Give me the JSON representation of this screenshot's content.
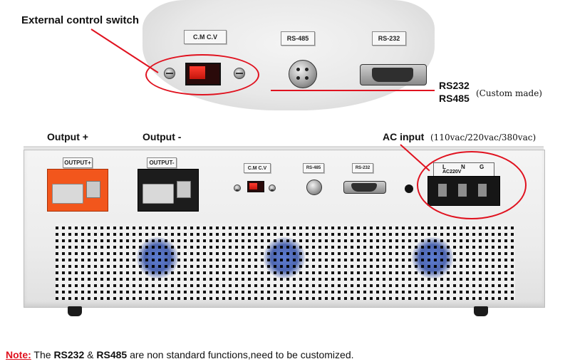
{
  "callouts": {
    "external_switch": "External control switch",
    "rs232": "RS232",
    "rs485": "RS485",
    "custom_made": "(Custom made)",
    "output_plus": "Output +",
    "output_minus": "Output -",
    "ac_input": "AC input",
    "ac_voltages": "(110vac/220vac/380vac)"
  },
  "panel_labels": {
    "cmcv": "C.M  C.V",
    "rs485": "RS-485",
    "rs232": "RS-232",
    "output_plus": "OUTPUT+",
    "output_minus": "OUTPUT-",
    "terminal_l": "L",
    "terminal_n": "N",
    "terminal_g": "G",
    "terminal_voltage": "AC220V"
  },
  "note": {
    "prefix": "Note:",
    "text1": " The ",
    "rs232": "RS232",
    "amp": " & ",
    "rs485": "RS485",
    "text2": " are non standard functions,need to be customized."
  },
  "colors": {
    "accent_red": "#e0121f",
    "output_plus_terminal": "#f2561c",
    "output_minus_terminal": "#1c1c1c",
    "fan_blue": "#2d5bd6"
  }
}
